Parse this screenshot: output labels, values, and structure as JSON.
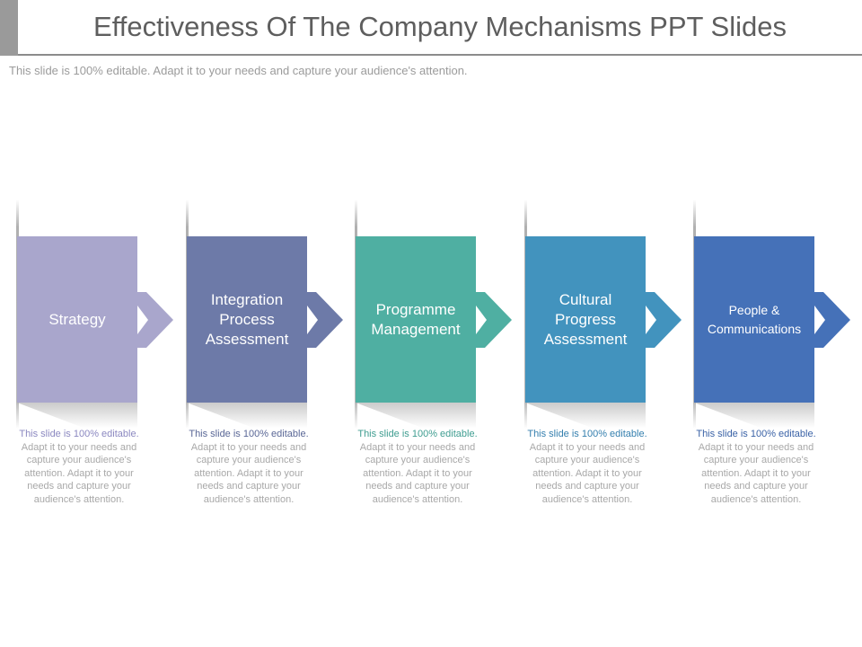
{
  "title": "Effectiveness Of The Company Mechanisms PPT Slides",
  "subtitle": "This slide is 100% editable. Adapt it to your needs and capture your audience's attention.",
  "steps": [
    {
      "label": "Strategy",
      "color": "#a9a6cc",
      "lead_color": "#8b88c0",
      "desc_lead": "This slide is 100% editable.",
      "desc_rest": "Adapt it to your needs and capture your audience's attention. Adapt it to your needs and capture your audience's attention."
    },
    {
      "label": "Integration Process Assessment",
      "color": "#6d7aa8",
      "lead_color": "#5a6796",
      "desc_lead": "This slide is 100% editable.",
      "desc_rest": "Adapt it to your needs and capture your audience's attention. Adapt it to your needs and capture your audience's attention."
    },
    {
      "label": "Programme Management",
      "color": "#4fafa2",
      "lead_color": "#3f9d90",
      "desc_lead": "This slide is 100% editable.",
      "desc_rest": "Adapt it to your needs and capture your audience's attention. Adapt it to your needs and capture your audience's attention."
    },
    {
      "label": "Cultural Progress Assessment",
      "color": "#4293be",
      "lead_color": "#347fae",
      "desc_lead": "This slide is 100% editable.",
      "desc_rest": "Adapt it to your needs and capture your audience's attention. Adapt it to your needs and capture your audience's attention."
    },
    {
      "label": "People & Communications",
      "color": "#4571b8",
      "lead_color": "#3a62a6",
      "desc_lead": "This slide is 100% editable.",
      "desc_rest": "Adapt it to your needs and capture your audience's attention. Adapt it to your needs and capture your audience's attention."
    }
  ]
}
